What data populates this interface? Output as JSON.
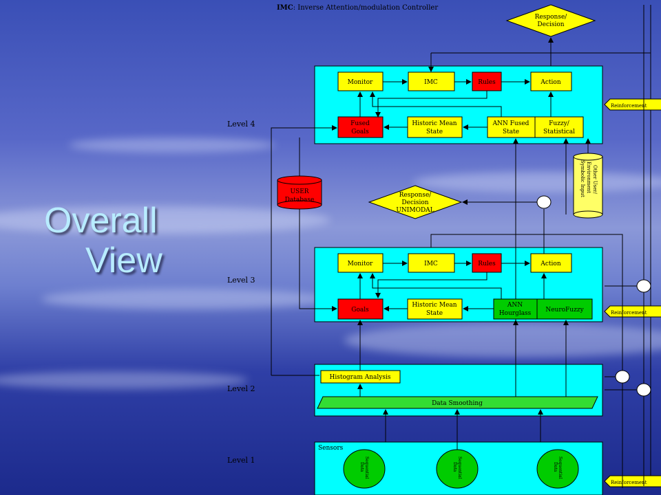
{
  "slide": {
    "title_line1": "Overall",
    "title_line2": "View"
  },
  "header": {
    "title_bold": "IMC",
    "title_rest": ": Inverse Attention/modulation Controller"
  },
  "levels": {
    "l1": "Level 1",
    "l2": "Level 2",
    "l3": "Level 3",
    "l4": "Level 4"
  },
  "top_decision": {
    "line1": "Response/",
    "line2": "Decision"
  },
  "mid_decision": {
    "line1": "Response/",
    "line2": "Decision",
    "line3": "UNIMODAL"
  },
  "level4": {
    "monitor": "Monitor",
    "imc": "IMC",
    "rules": "Rules",
    "action": "Action",
    "fused_goals_1": "Fused",
    "fused_goals_2": "Goals",
    "historic_1": "Historic Mean",
    "historic_2": "State",
    "ann_fused_1": "ANN Fused",
    "ann_fused_2": "State",
    "fuzzy_1": "Fuzzy/",
    "fuzzy_2": "Statistical"
  },
  "level3": {
    "monitor": "Monitor",
    "imc": "IMC",
    "rules": "Rules",
    "action": "Action",
    "goals": "Goals",
    "historic_1": "Historic Mean",
    "historic_2": "State",
    "ann_1": "ANN",
    "ann_2": "Hourglass",
    "neurofuzzy": "NeuroFuzzy"
  },
  "level2": {
    "histogram": "Histogram Analysis",
    "smoothing": "Data Smoothing"
  },
  "level1": {
    "sensors": "Sensors",
    "seq_1": "Sequential",
    "seq_2": "Data"
  },
  "database": {
    "line1": "USER",
    "line2": "Database"
  },
  "other_user": {
    "line1": "Other User/",
    "line2": "Environment",
    "line3": "Symbolic Input"
  },
  "reinforcement": "Reinforcement",
  "colors": {
    "panel": "#00ffff",
    "yellow_box": "#ffff00",
    "red_box": "#ff0000",
    "green_box": "#00cc00",
    "smoothing": "#33dd33",
    "db": "#ff0000",
    "other_user": "#ffff66"
  }
}
